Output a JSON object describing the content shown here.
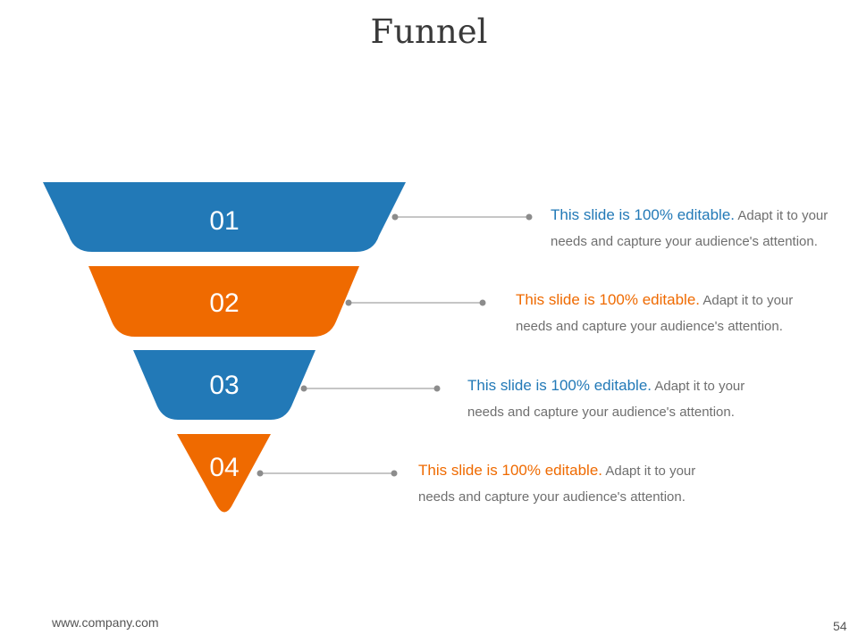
{
  "slide": {
    "title": "Funnel",
    "footer_url": "www.company.com",
    "page_number": "54"
  },
  "colors": {
    "blue": "#2279b7",
    "orange": "#ef6a00",
    "connector": "#8c8c8c"
  },
  "stages": [
    {
      "number": "01",
      "color": "blue",
      "lead": "This slide is 100% editable.",
      "body": " Adapt it to your needs and capture your audience's attention."
    },
    {
      "number": "02",
      "color": "orange",
      "lead": "This slide is 100% editable.",
      "body": " Adapt it to your needs and capture your audience's attention."
    },
    {
      "number": "03",
      "color": "blue",
      "lead": "This slide is 100% editable.",
      "body": " Adapt it to your needs and capture your audience's attention."
    },
    {
      "number": "04",
      "color": "orange",
      "lead": "This slide is 100% editable.",
      "body": " Adapt it to your needs and capture your audience's attention."
    }
  ]
}
